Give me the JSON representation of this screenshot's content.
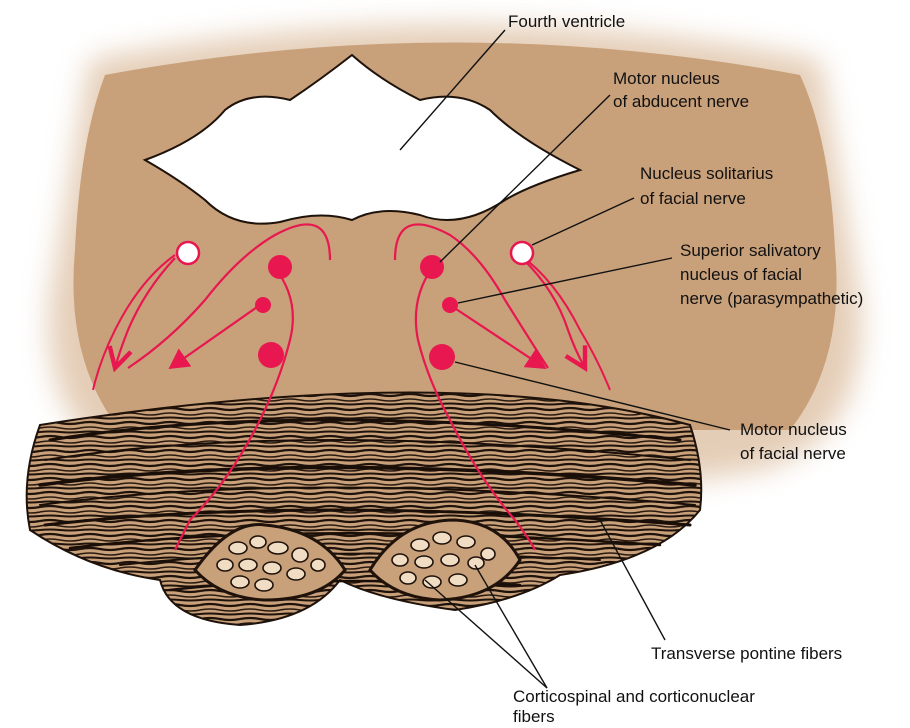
{
  "labels": {
    "fourth_ventricle": "Fourth ventricle",
    "abducent_1": "Motor nucleus",
    "abducent_2": "of abducent nerve",
    "solitarius_1": "Nucleus solitarius",
    "solitarius_2": "of facial nerve",
    "salivatory_1": "Superior salivatory",
    "salivatory_2": "nucleus of facial",
    "salivatory_3": "nerve (parasympathetic)",
    "facial_motor_1": "Motor nucleus",
    "facial_motor_2": "of facial nerve",
    "transverse": "Transverse pontine fibers",
    "corticospinal_1": "Corticospinal and corticonuclear",
    "corticospinal_2": "fibers"
  },
  "colors": {
    "pons_tissue": "#c8a07a",
    "fiber_dark": "#2a1a10",
    "nucleus_red": "#e8174f",
    "ventricle": "#ffffff"
  }
}
